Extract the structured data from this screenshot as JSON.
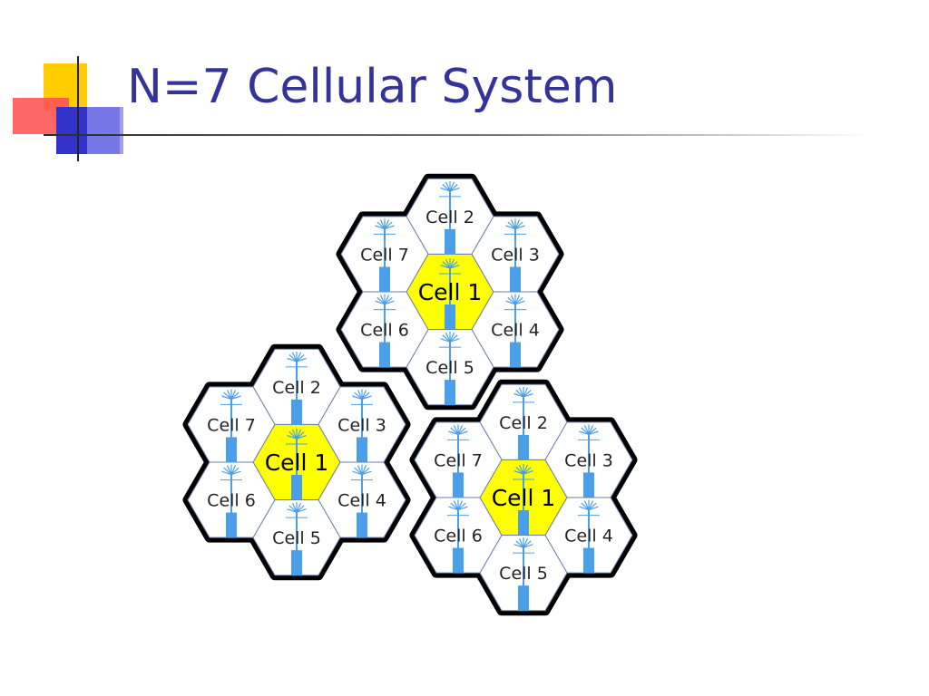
{
  "slide": {
    "title": "N=7 Cellular System"
  },
  "colors": {
    "title": "#333399",
    "center_cell_fill": "#FFFF00",
    "cell_fill": "#FFFFFF",
    "cluster_border": "#000000",
    "antenna": "#4A9FE8"
  },
  "icons": {
    "cell_tower": "antenna-tower-icon",
    "decoration": "slide-corner-squares"
  },
  "diagram": {
    "pattern_size": 7,
    "clusters": [
      {
        "cells": [
          {
            "id": 1,
            "label": "Cell 1",
            "highlighted": true
          },
          {
            "id": 2,
            "label": "Cell 2",
            "highlighted": false
          },
          {
            "id": 3,
            "label": "Cell 3",
            "highlighted": false
          },
          {
            "id": 4,
            "label": "Cell 4",
            "highlighted": false
          },
          {
            "id": 5,
            "label": "Cell 5",
            "highlighted": false
          },
          {
            "id": 6,
            "label": "Cell 6",
            "highlighted": false
          },
          {
            "id": 7,
            "label": "Cell 7",
            "highlighted": false
          }
        ]
      },
      {
        "cells": [
          {
            "id": 1,
            "label": "Cell 1",
            "highlighted": true
          },
          {
            "id": 2,
            "label": "Cell 2",
            "highlighted": false
          },
          {
            "id": 3,
            "label": "Cell 3",
            "highlighted": false
          },
          {
            "id": 4,
            "label": "Cell 4",
            "highlighted": false
          },
          {
            "id": 5,
            "label": "Cell 5",
            "highlighted": false
          },
          {
            "id": 6,
            "label": "Cell 6",
            "highlighted": false
          },
          {
            "id": 7,
            "label": "Cell 7",
            "highlighted": false
          }
        ]
      },
      {
        "cells": [
          {
            "id": 1,
            "label": "Cell 1",
            "highlighted": true
          },
          {
            "id": 2,
            "label": "Cell 2",
            "highlighted": false
          },
          {
            "id": 3,
            "label": "Cell 3",
            "highlighted": false
          },
          {
            "id": 4,
            "label": "Cell 4",
            "highlighted": false
          },
          {
            "id": 5,
            "label": "Cell 5",
            "highlighted": false
          },
          {
            "id": 6,
            "label": "Cell 6",
            "highlighted": false
          },
          {
            "id": 7,
            "label": "Cell 7",
            "highlighted": false
          }
        ]
      }
    ]
  }
}
